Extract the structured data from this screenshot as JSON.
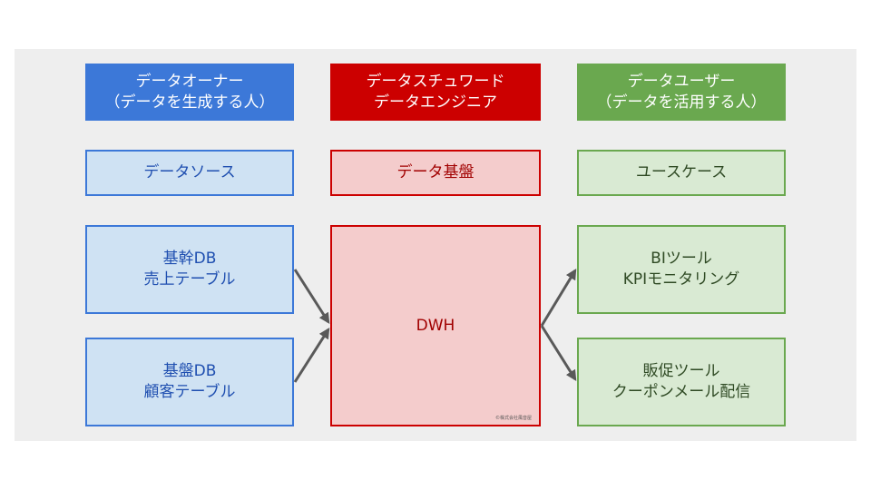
{
  "headers": [
    {
      "lines": [
        "データオーナー",
        "（データを生成する人）"
      ]
    },
    {
      "lines": [
        "データスチュワード",
        "データエンジニア"
      ]
    },
    {
      "lines": [
        "データユーザー",
        "（データを活用する人）"
      ]
    }
  ],
  "categories": [
    "データソース",
    "データ基盤",
    "ユースケース"
  ],
  "sources": [
    {
      "lines": [
        "基幹DB",
        "売上テーブル"
      ]
    },
    {
      "lines": [
        "基盤DB",
        "顧客テーブル"
      ]
    }
  ],
  "platform": {
    "label": "DWH",
    "copyright": "©株式会社風音屋"
  },
  "usecases": [
    {
      "lines": [
        "BIツール",
        "KPIモニタリング"
      ]
    },
    {
      "lines": [
        "販促ツール",
        "クーポンメール配信"
      ]
    }
  ],
  "colors": {
    "blue": "#3c78d8",
    "red": "#cc0000",
    "green": "#6aa84f",
    "light_blue": "#cfe2f3",
    "light_red": "#f4cccc",
    "light_green": "#d9ead3",
    "arrow": "#595959",
    "background": "#eeeeee"
  }
}
